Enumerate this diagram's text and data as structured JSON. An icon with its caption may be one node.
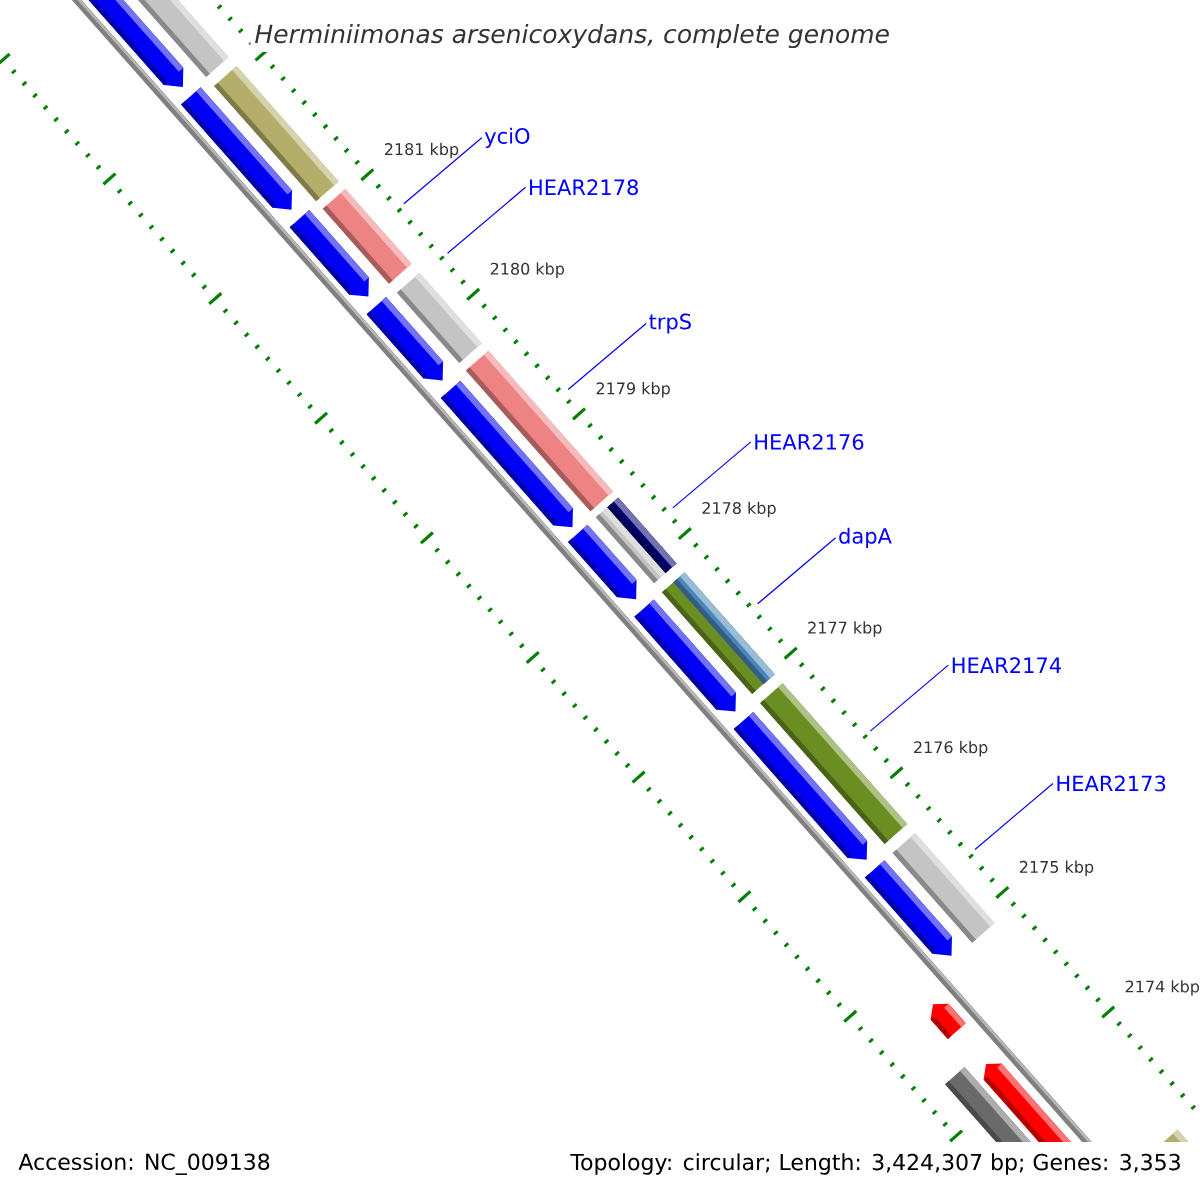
{
  "diagram": {
    "title": "Herminiimonas arsenicoxydans, complete genome",
    "nodes": [
      {
        "text": [
          "yciO"
        ]
      },
      {
        "text": [
          "HEAR2178"
        ]
      },
      {
        "text": [
          "trpS"
        ]
      },
      {
        "text": [
          "HEAR2176"
        ]
      },
      {
        "text": [
          "dapA"
        ]
      },
      {
        "text": [
          "HEAR2174"
        ]
      },
      {
        "text": [
          "HEAR2173"
        ]
      }
    ],
    "edges": [
      {
        "from": 0,
        "to": null,
        "arrow": "none"
      },
      {
        "from": 1,
        "to": null,
        "arrow": "none"
      },
      {
        "from": 2,
        "to": null,
        "arrow": "none"
      },
      {
        "from": 3,
        "to": null,
        "arrow": "none"
      },
      {
        "from": 4,
        "to": null,
        "arrow": "none"
      },
      {
        "from": 5,
        "to": null,
        "arrow": "none"
      },
      {
        "from": 6,
        "to": null,
        "arrow": "none"
      }
    ],
    "labels": [
      "2181 kbp",
      "2180 kbp",
      "2179 kbp",
      "2178 kbp",
      "2177 kbp",
      "2176 kbp",
      "2175 kbp",
      "2174 kbp",
      "Accession: NC_009138",
      "Topology: circular; Length: 3,424,307 bp; Genes: 3,353"
    ]
  }
}
